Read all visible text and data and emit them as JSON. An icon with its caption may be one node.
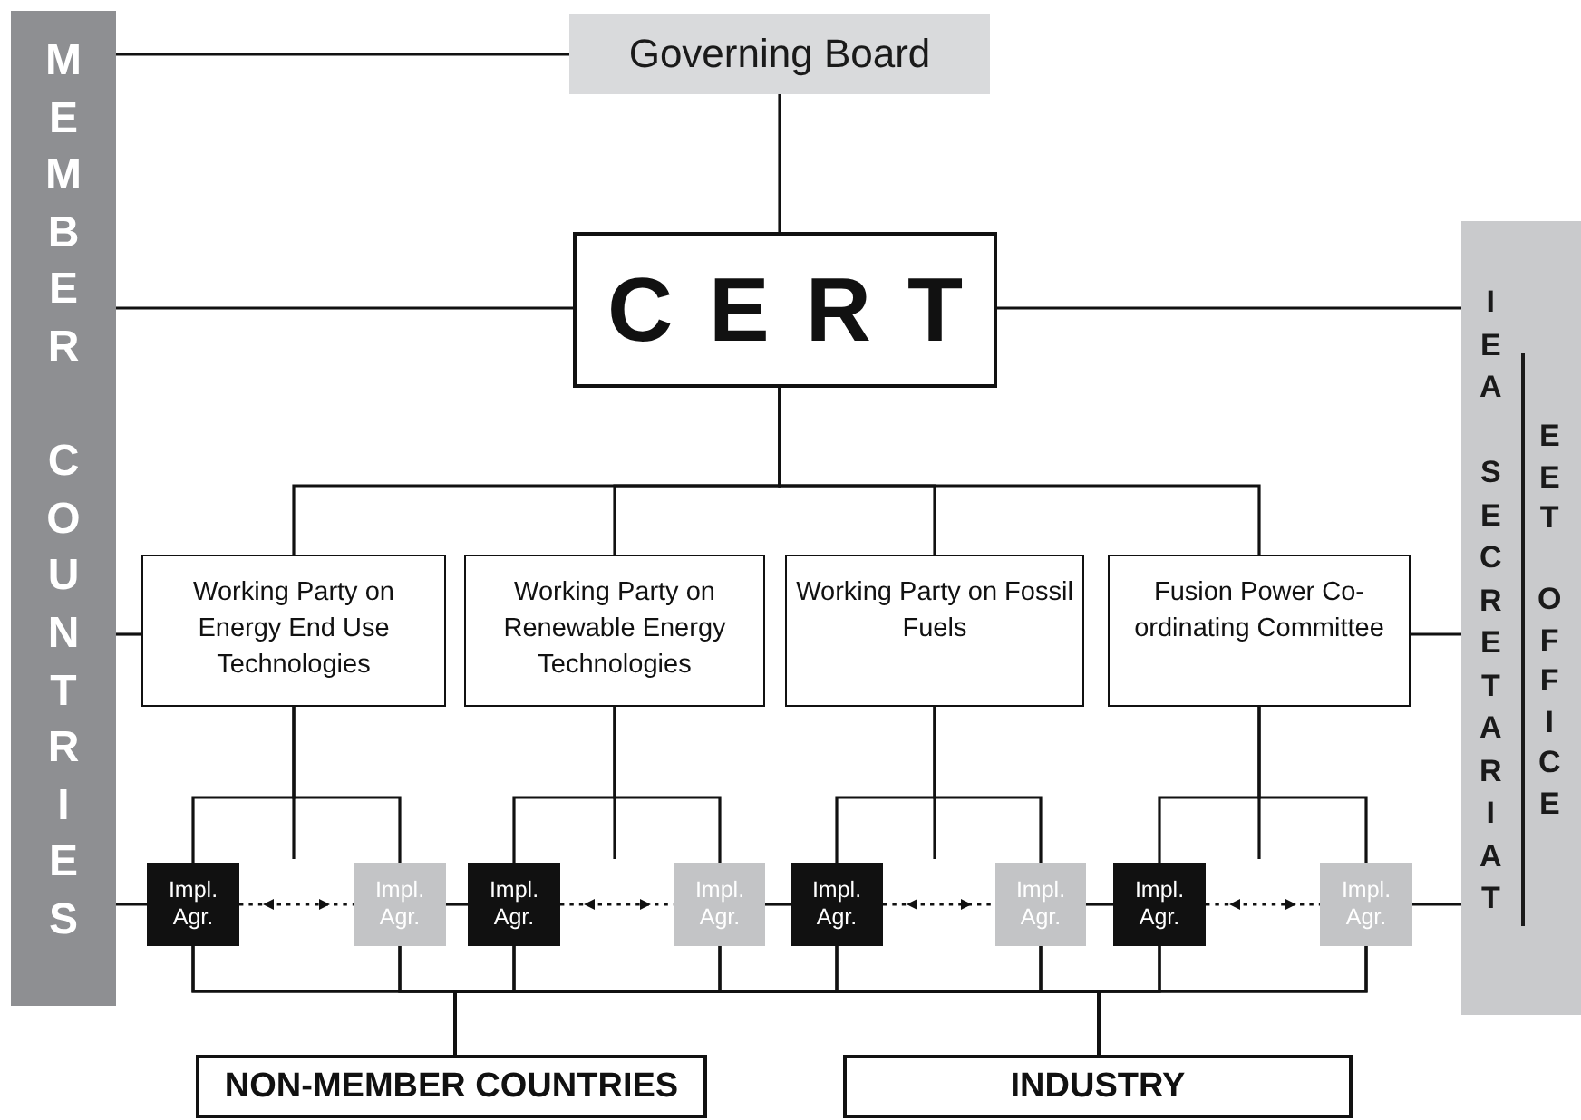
{
  "diagram": {
    "nodes": [
      {
        "text": [
          "MEMBER COUNTRIES"
        ]
      },
      {
        "text": [
          "Governing Board"
        ]
      },
      {
        "text": [
          "CERT"
        ]
      },
      {
        "text": [
          "IEA SECRETARIAT",
          "EET OFFICE"
        ]
      },
      {
        "text": [
          "Working Party on Energy End Use Technologies"
        ]
      },
      {
        "text": [
          "Working Party on Renewable Energy Technologies"
        ]
      },
      {
        "text": [
          "Working Party on Fossil Fuels"
        ]
      },
      {
        "text": [
          "Fusion Power Co-ordinating Committee"
        ]
      },
      {
        "text": [
          "Impl. Agr."
        ]
      },
      {
        "text": [
          "Impl. Agr."
        ]
      },
      {
        "text": [
          "Impl. Agr."
        ]
      },
      {
        "text": [
          "Impl. Agr."
        ]
      },
      {
        "text": [
          "Impl. Agr."
        ]
      },
      {
        "text": [
          "Impl. Agr."
        ]
      },
      {
        "text": [
          "Impl. Agr."
        ]
      },
      {
        "text": [
          "Impl. Agr."
        ]
      },
      {
        "text": [
          "NON-MEMBER COUNTRIES"
        ]
      },
      {
        "text": [
          "INDUSTRY"
        ]
      }
    ],
    "edges": [
      {
        "from": 0,
        "to": 1,
        "arrow": "none"
      },
      {
        "from": 0,
        "to": 2,
        "arrow": "none"
      },
      {
        "from": 0,
        "to": 4,
        "arrow": "none"
      },
      {
        "from": 0,
        "to": 8,
        "arrow": "none"
      },
      {
        "from": 1,
        "to": 2,
        "arrow": "none"
      },
      {
        "from": 2,
        "to": 3,
        "arrow": "none"
      },
      {
        "from": 2,
        "to": 4,
        "arrow": "none"
      },
      {
        "from": 2,
        "to": 5,
        "arrow": "none"
      },
      {
        "from": 2,
        "to": 6,
        "arrow": "none"
      },
      {
        "from": 2,
        "to": 7,
        "arrow": "none"
      },
      {
        "from": 7,
        "to": 3,
        "arrow": "none"
      },
      {
        "from": 15,
        "to": 3,
        "arrow": "none"
      },
      {
        "from": 4,
        "to": 8,
        "arrow": "none"
      },
      {
        "from": 4,
        "to": 9,
        "arrow": "none"
      },
      {
        "from": 8,
        "to": 9,
        "arrow": "both",
        "style": "dashed"
      },
      {
        "from": 5,
        "to": 10,
        "arrow": "none"
      },
      {
        "from": 5,
        "to": 11,
        "arrow": "none"
      },
      {
        "from": 10,
        "to": 11,
        "arrow": "both",
        "style": "dashed"
      },
      {
        "from": 6,
        "to": 12,
        "arrow": "none"
      },
      {
        "from": 6,
        "to": 13,
        "arrow": "none"
      },
      {
        "from": 12,
        "to": 13,
        "arrow": "both",
        "style": "dashed"
      },
      {
        "from": 7,
        "to": 14,
        "arrow": "none"
      },
      {
        "from": 7,
        "to": 15,
        "arrow": "none"
      },
      {
        "from": 14,
        "to": 15,
        "arrow": "both",
        "style": "dashed"
      },
      {
        "from": 9,
        "to": 10,
        "arrow": "none"
      },
      {
        "from": 11,
        "to": 12,
        "arrow": "none"
      },
      {
        "from": 13,
        "to": 14,
        "arrow": "none"
      },
      {
        "from": 8,
        "to": 16,
        "arrow": "none"
      },
      {
        "from": 9,
        "to": 16,
        "arrow": "none"
      },
      {
        "from": 10,
        "to": 16,
        "arrow": "none"
      },
      {
        "from": 11,
        "to": 16,
        "arrow": "none"
      },
      {
        "from": 12,
        "to": 16,
        "arrow": "none"
      },
      {
        "from": 13,
        "to": 16,
        "arrow": "none"
      },
      {
        "from": 14,
        "to": 16,
        "arrow": "none"
      },
      {
        "from": 15,
        "to": 16,
        "arrow": "none"
      },
      {
        "from": 8,
        "to": 17,
        "arrow": "none"
      },
      {
        "from": 9,
        "to": 17,
        "arrow": "none"
      },
      {
        "from": 10,
        "to": 17,
        "arrow": "none"
      },
      {
        "from": 11,
        "to": 17,
        "arrow": "none"
      },
      {
        "from": 12,
        "to": 17,
        "arrow": "none"
      },
      {
        "from": 13,
        "to": 17,
        "arrow": "none"
      },
      {
        "from": 14,
        "to": 17,
        "arrow": "none"
      },
      {
        "from": 15,
        "to": 17,
        "arrow": "none"
      }
    ]
  }
}
